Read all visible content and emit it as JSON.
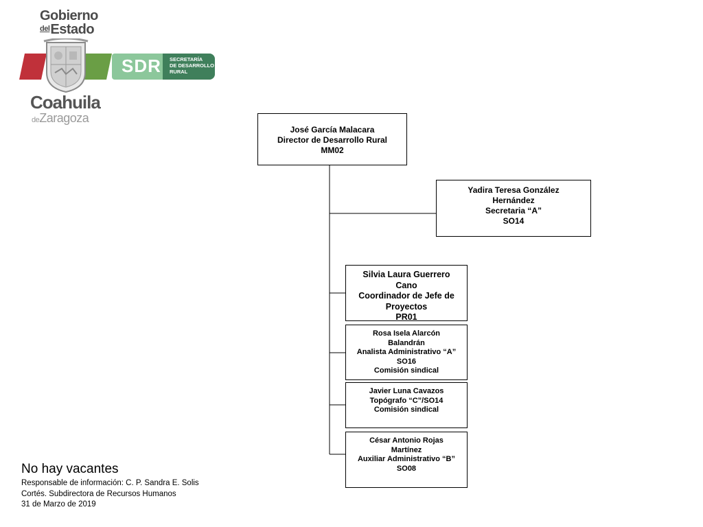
{
  "header": {
    "gobierno_line1": "Gobierno",
    "gobierno_del": "del",
    "gobierno_estado": "Estado",
    "state_name": "Coahuila",
    "state_de": "de",
    "state_suffix": "Zaragoza",
    "sdr_acronym": "SDR",
    "sdr_line1": "SECRETARÍA",
    "sdr_line2": "DE DESARROLLO",
    "sdr_line3": "RURAL",
    "colors": {
      "flag_red": "#c0313a",
      "flag_green": "#6a9e45",
      "sdr_light": "#8cc79b",
      "sdr_dark": "#3f7f5b"
    }
  },
  "org_chart": {
    "director": {
      "lines": [
        "José García Malacara",
        "Director de Desarrollo Rural",
        "MM02"
      ]
    },
    "secretaria": {
      "lines": [
        "Yadira Teresa González",
        "Hernández",
        "Secretaria “A”",
        "SO14"
      ]
    },
    "coordinador": {
      "lines": [
        "Silvia Laura Guerrero",
        "Cano",
        "Coordinador de Jefe de",
        "Proyectos",
        "PR01"
      ]
    },
    "analista": {
      "lines": [
        "Rosa Isela Alarcón",
        "Balandrán",
        "Analista Administrativo “A”",
        "SO16",
        "Comisión sindical"
      ]
    },
    "topografo": {
      "lines": [
        "Javier Luna Cavazos",
        "Topógrafo “C”/SO14",
        "Comisión sindical"
      ]
    },
    "auxiliar": {
      "lines": [
        "César Antonio Rojas",
        "Martínez",
        "Auxiliar  Administrativo “B”",
        "SO08"
      ]
    }
  },
  "footer": {
    "vacantes": "No  hay vacantes",
    "line1": "Responsable de información: C. P. Sandra E. Solis",
    "line2": "Cortés. Subdirectora de Recursos Humanos",
    "line3": "31 de Marzo de 2019"
  }
}
